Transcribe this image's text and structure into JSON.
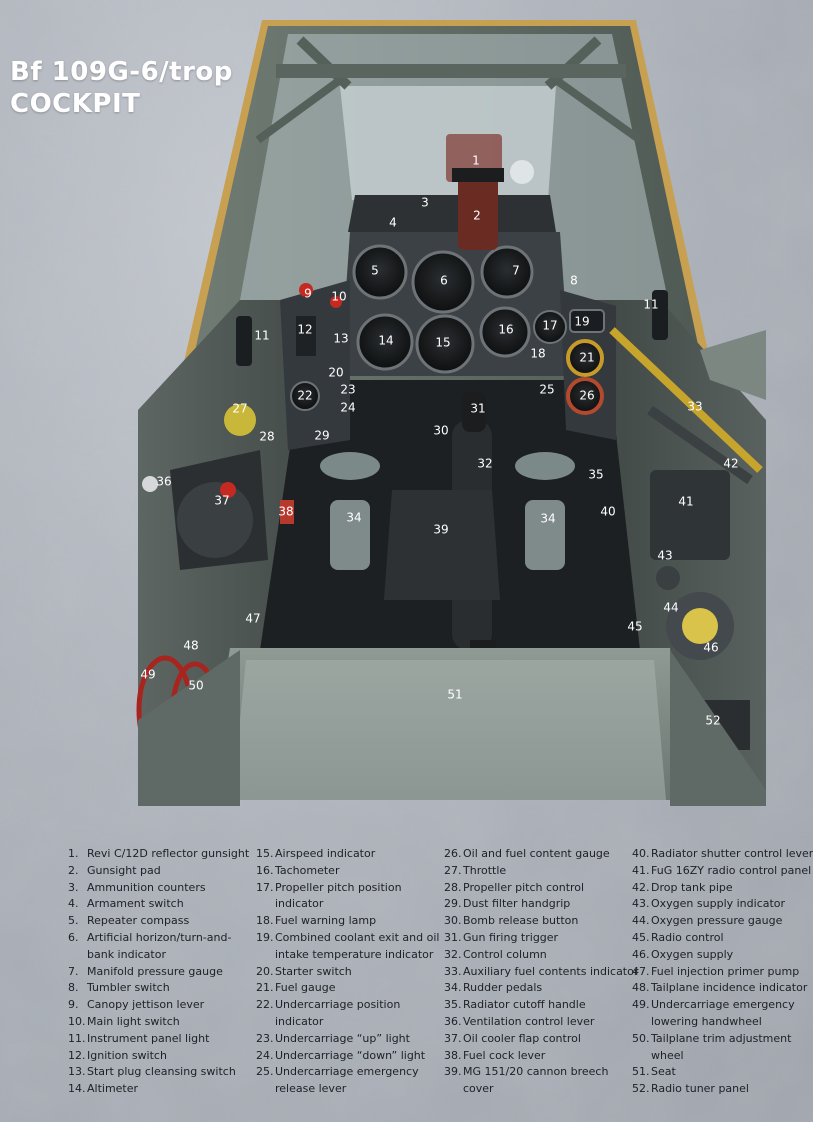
{
  "title": {
    "line1": "Bf 109G-6/trop",
    "line2": "COCKPIT"
  },
  "colors": {
    "background": "#aeb3bb",
    "frame": "#5e6a63",
    "panel": "#3a3e42",
    "callout_text": "#ffffff",
    "legend_text": "#1d2024"
  },
  "callouts": [
    "1",
    "2",
    "3",
    "4",
    "5",
    "6",
    "7",
    "8",
    "9",
    "10",
    "11",
    "11",
    "12",
    "13",
    "14",
    "15",
    "16",
    "17",
    "18",
    "19",
    "20",
    "21",
    "22",
    "23",
    "24",
    "25",
    "26",
    "27",
    "28",
    "29",
    "30",
    "31",
    "32",
    "33",
    "34",
    "34",
    "35",
    "36",
    "37",
    "38",
    "39",
    "40",
    "41",
    "42",
    "43",
    "44",
    "45",
    "46",
    "47",
    "48",
    "49",
    "50",
    "51",
    "52"
  ],
  "legend": {
    "col1": [
      {
        "n": "1.",
        "lines": [
          "Revi C/12D reflector gunsight"
        ]
      },
      {
        "n": "2.",
        "lines": [
          "Gunsight pad"
        ]
      },
      {
        "n": "3.",
        "lines": [
          "Ammunition counters"
        ]
      },
      {
        "n": "4.",
        "lines": [
          "Armament switch"
        ]
      },
      {
        "n": "5.",
        "lines": [
          "Repeater compass"
        ]
      },
      {
        "n": "6.",
        "lines": [
          "Artificial horizon/turn-and-",
          "bank indicator"
        ]
      },
      {
        "n": "7.",
        "lines": [
          "Manifold pressure gauge"
        ]
      },
      {
        "n": "8.",
        "lines": [
          "Tumbler switch"
        ]
      },
      {
        "n": "9.",
        "lines": [
          "Canopy jettison lever"
        ]
      },
      {
        "n": "10.",
        "lines": [
          "Main light switch"
        ]
      },
      {
        "n": "11.",
        "lines": [
          "Instrument panel light"
        ]
      },
      {
        "n": "12.",
        "lines": [
          "Ignition switch"
        ]
      },
      {
        "n": "13.",
        "lines": [
          "Start plug cleansing switch"
        ]
      },
      {
        "n": "14.",
        "lines": [
          "Altimeter"
        ]
      }
    ],
    "col2": [
      {
        "n": "15.",
        "lines": [
          "Airspeed indicator"
        ]
      },
      {
        "n": "16.",
        "lines": [
          "Tachometer"
        ]
      },
      {
        "n": "17.",
        "lines": [
          "Propeller pitch position",
          "indicator"
        ]
      },
      {
        "n": "18.",
        "lines": [
          "Fuel warning lamp"
        ]
      },
      {
        "n": "19.",
        "lines": [
          "Combined coolant exit and oil",
          "intake temperature indicator"
        ]
      },
      {
        "n": "20.",
        "lines": [
          "Starter switch"
        ]
      },
      {
        "n": "21.",
        "lines": [
          "Fuel gauge"
        ]
      },
      {
        "n": "22.",
        "lines": [
          "Undercarriage position",
          "indicator"
        ]
      },
      {
        "n": "23.",
        "lines": [
          "Undercarriage “up” light"
        ]
      },
      {
        "n": "24.",
        "lines": [
          "Undercarriage “down” light"
        ]
      },
      {
        "n": "25.",
        "lines": [
          "Undercarriage emergency",
          "release lever"
        ]
      }
    ],
    "col3": [
      {
        "n": "26.",
        "lines": [
          "Oil and fuel content gauge"
        ]
      },
      {
        "n": "27.",
        "lines": [
          "Throttle"
        ]
      },
      {
        "n": "28.",
        "lines": [
          "Propeller pitch control"
        ]
      },
      {
        "n": "29.",
        "lines": [
          "Dust filter handgrip"
        ]
      },
      {
        "n": "30.",
        "lines": [
          "Bomb release button"
        ]
      },
      {
        "n": "31.",
        "lines": [
          "Gun firing trigger"
        ]
      },
      {
        "n": "32.",
        "lines": [
          "Control column"
        ]
      },
      {
        "n": "33.",
        "lines": [
          "Auxiliary fuel contents indicator"
        ]
      },
      {
        "n": "34.",
        "lines": [
          "Rudder pedals"
        ]
      },
      {
        "n": "35.",
        "lines": [
          "Radiator cutoff handle"
        ]
      },
      {
        "n": "36.",
        "lines": [
          "Ventilation control lever"
        ]
      },
      {
        "n": "37.",
        "lines": [
          "Oil cooler flap control"
        ]
      },
      {
        "n": "38.",
        "lines": [
          "Fuel cock lever"
        ]
      },
      {
        "n": "39.",
        "lines": [
          "MG 151/20 cannon breech",
          "cover"
        ]
      }
    ],
    "col4": [
      {
        "n": "40.",
        "lines": [
          "Radiator shutter control lever"
        ]
      },
      {
        "n": "41.",
        "lines": [
          "FuG 16ZY radio control panel"
        ]
      },
      {
        "n": "42.",
        "lines": [
          "Drop tank pipe"
        ]
      },
      {
        "n": "43.",
        "lines": [
          "Oxygen supply indicator"
        ]
      },
      {
        "n": "44.",
        "lines": [
          "Oxygen pressure gauge"
        ]
      },
      {
        "n": "45.",
        "lines": [
          "Radio control"
        ]
      },
      {
        "n": "46.",
        "lines": [
          "Oxygen supply"
        ]
      },
      {
        "n": "47.",
        "lines": [
          "Fuel injection primer pump"
        ]
      },
      {
        "n": "48.",
        "lines": [
          "Tailplane incidence indicator"
        ]
      },
      {
        "n": "49.",
        "lines": [
          "Undercarriage emergency",
          "lowering handwheel"
        ]
      },
      {
        "n": "50.",
        "lines": [
          "Tailplane trim adjustment",
          "wheel"
        ]
      },
      {
        "n": "51.",
        "lines": [
          "Seat"
        ]
      },
      {
        "n": "52.",
        "lines": [
          "Radio tuner panel"
        ]
      }
    ]
  }
}
